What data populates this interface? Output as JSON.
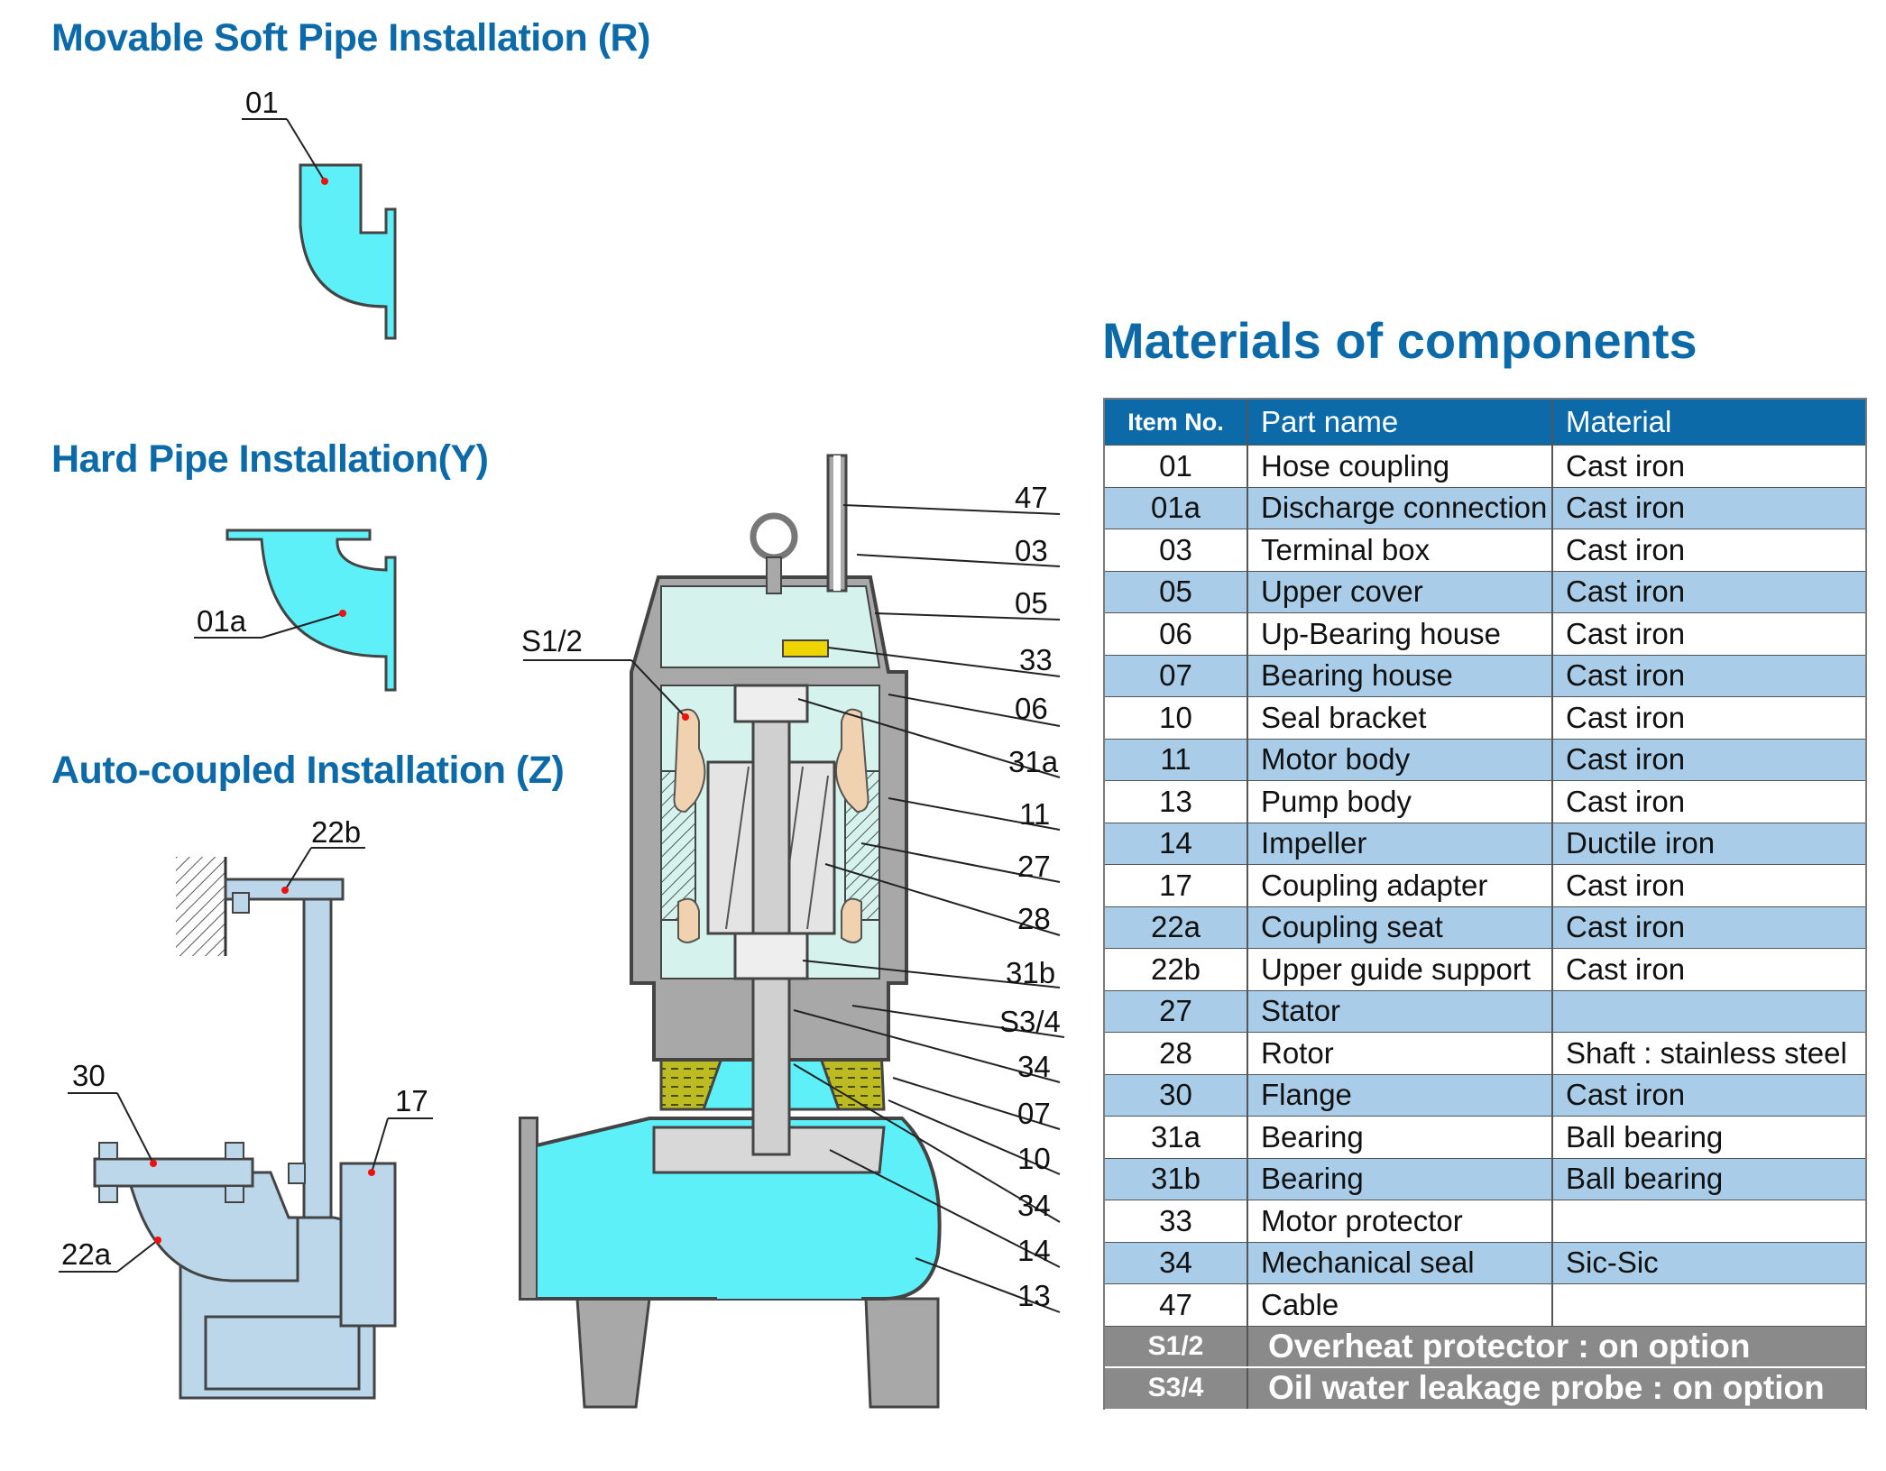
{
  "headings": {
    "soft_pipe": "Movable Soft Pipe Installation (R)",
    "hard_pipe": "Hard Pipe  Installation(Y)",
    "auto_coupled": "Auto-coupled Installation (Z)",
    "materials": "Materials of components"
  },
  "callouts": {
    "soft_pipe": "01",
    "hard_pipe": "01a",
    "auto": [
      "22b",
      "30",
      "17",
      "22a"
    ],
    "pump_left": "S1/2",
    "pump_right": [
      "47",
      "03",
      "05",
      "33",
      "06",
      "31a",
      "11",
      "27",
      "28",
      "31b",
      "S3/4",
      "34",
      "07",
      "10",
      "34",
      "14",
      "13"
    ]
  },
  "table": {
    "headers": [
      "Item No.",
      "Part name",
      "Material"
    ],
    "rows": [
      [
        "01",
        "Hose coupling",
        "Cast iron"
      ],
      [
        "01a",
        "Discharge connection",
        "Cast iron"
      ],
      [
        "03",
        "Terminal box",
        "Cast iron"
      ],
      [
        "05",
        "Upper cover",
        "Cast iron"
      ],
      [
        "06",
        "Up-Bearing house",
        "Cast iron"
      ],
      [
        "07",
        "Bearing house",
        "Cast iron"
      ],
      [
        "10",
        "Seal bracket",
        "Cast iron"
      ],
      [
        "11",
        "Motor body",
        "Cast iron"
      ],
      [
        "13",
        "Pump body",
        "Cast iron"
      ],
      [
        "14",
        "Impeller",
        "Ductile iron"
      ],
      [
        "17",
        "Coupling adapter",
        "Cast iron"
      ],
      [
        "22a",
        "Coupling seat",
        "Cast iron"
      ],
      [
        "22b",
        "Upper guide support",
        "Cast iron"
      ],
      [
        "27",
        "Stator",
        ""
      ],
      [
        "28",
        "Rotor",
        "Shaft : stainless steel"
      ],
      [
        "30",
        "Flange",
        "Cast iron"
      ],
      [
        "31a",
        "Bearing",
        "Ball bearing"
      ],
      [
        "31b",
        "Bearing",
        "Ball bearing"
      ],
      [
        "33",
        "Motor protector",
        ""
      ],
      [
        "34",
        "Mechanical seal",
        "Sic-Sic"
      ],
      [
        "47",
        "Cable",
        ""
      ]
    ],
    "options": [
      [
        "S1/2",
        "Overheat protector : on option"
      ],
      [
        "S3/4",
        "Oil water leakage probe : on option"
      ]
    ]
  },
  "colors": {
    "heading": "#0c6aa8",
    "pump_body": "#5ef0f8",
    "motor_fill": "#d5f3ec",
    "pipe_fill": "#bcd7ea",
    "oil": "#bcbc22",
    "table_alt_row": "#a9cde8",
    "option_row": "#8a8a8a"
  }
}
